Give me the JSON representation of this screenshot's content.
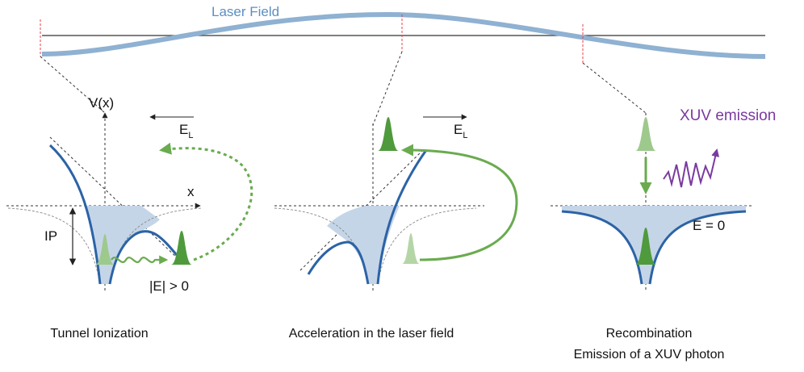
{
  "header": {
    "title": "Laser Field"
  },
  "panels": {
    "left": {
      "axis_y_label": "V(x)",
      "axis_x_label": "x",
      "field_label": "E",
      "field_subscript": "L",
      "ip_label": "IP",
      "energy_label": "|E| > 0",
      "caption": "Tunnel Ionization"
    },
    "middle": {
      "field_label": "E",
      "field_subscript": "L",
      "caption": "Acceleration in the laser field"
    },
    "right": {
      "emission_label": "XUV emission",
      "energy_label": "E = 0",
      "caption_line1": "Recombination",
      "caption_line2": "Emission of a XUV photon"
    }
  },
  "colors": {
    "laser": "#8fb1d2",
    "potential": "#2b63a6",
    "fill": "#c5d5e8",
    "green": "#4f9a3c",
    "green_light": "#9ec98d",
    "green_arrow": "#6aab4f",
    "purple": "#7a3aa0",
    "marker": "#e8404a"
  }
}
